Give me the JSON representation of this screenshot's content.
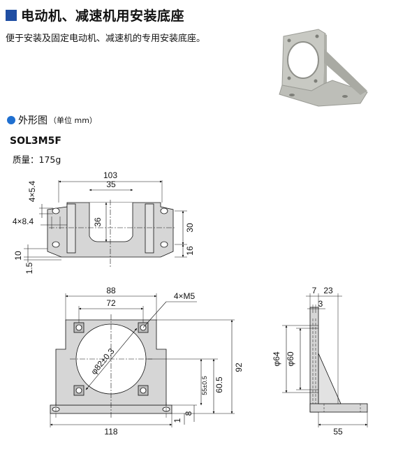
{
  "header": {
    "title": "电动机、减速机用安装底座",
    "description": "便于安装及固定电动机、减速机的专用安装底座。"
  },
  "section": {
    "title": "外形图",
    "unit": "（单位 mm）"
  },
  "product": {
    "model": "SOL3M5F",
    "mass": "质量：175g"
  },
  "top_view": {
    "d_width": "103",
    "d_slot": "35",
    "d_slot_depth": "36",
    "d_side": "30",
    "d_low": "16",
    "d_hole_v": "4×5.4",
    "d_hole_h": "4×8.4",
    "d_ten": "10",
    "d_one5": "1.5"
  },
  "front_view": {
    "d_88": "88",
    "d_72": "72",
    "d_m5": "4×M5",
    "d_phi82": "φ82±0.3",
    "d_55": "55±0.5",
    "d_605": "60.5",
    "d_92": "92",
    "d_8": "8",
    "d_1": "1",
    "d_118": "118"
  },
  "side_view": {
    "d_7": "7",
    "d_23": "23",
    "d_3": "3",
    "d_phi64": "φ64",
    "d_phi60": "φ60",
    "d_55": "55"
  },
  "colors": {
    "title_square": "#1f4ea3",
    "section_dot": "#1f6fd0",
    "part_fill": "#d6d6d6"
  }
}
